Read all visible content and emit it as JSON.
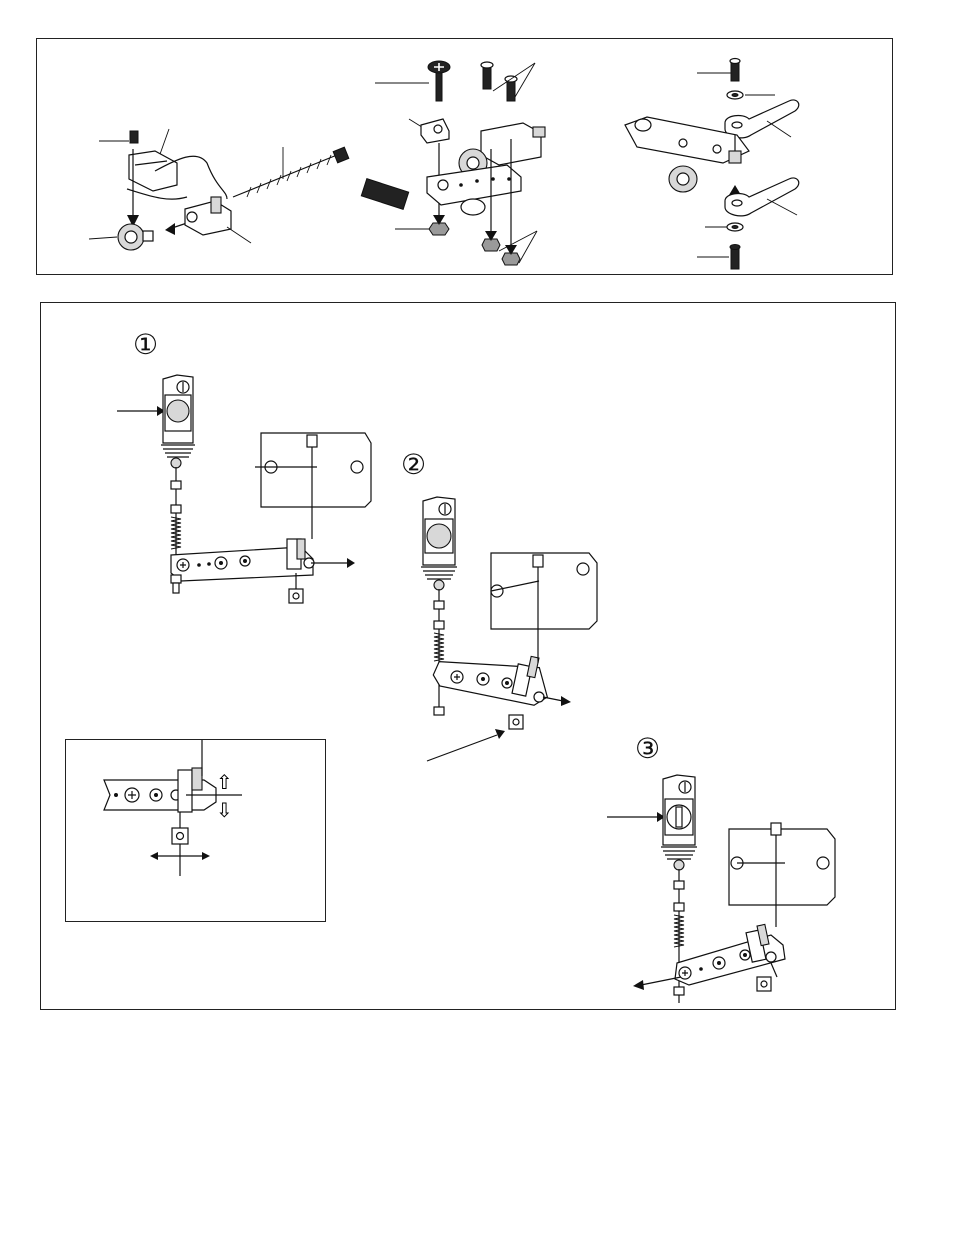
{
  "steps": {
    "one": "①",
    "two": "②",
    "three": "③"
  },
  "symbols": {
    "up_arrow": "⇧",
    "down_arrow": "⇩"
  },
  "colors": {
    "line": "#111111",
    "part_fill": "#ffffff",
    "shade": "#d8d8d8",
    "dark": "#222222"
  }
}
